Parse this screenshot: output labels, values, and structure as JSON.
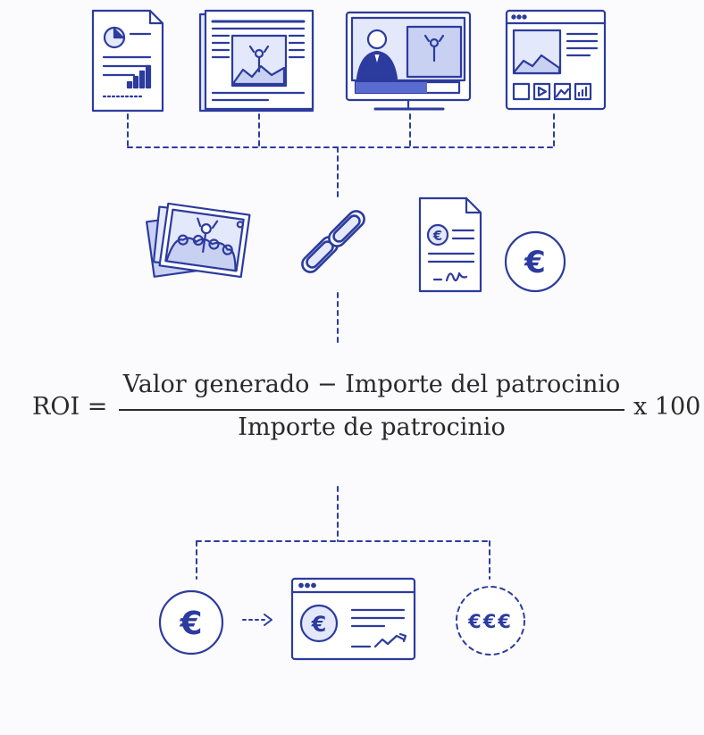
{
  "formula": {
    "lhs": "ROI =",
    "numerator": "Valor generado − Importe del patrocinio",
    "denominator": "Importe de patrocinio",
    "multiplier": "x 100"
  },
  "symbols": {
    "euro": "€",
    "euro_triple": "€€€"
  },
  "colors": {
    "stroke": "#2c3b9e",
    "fill_light": "#e4e8fb",
    "fill_mid": "#c9d1f3",
    "background": "#fbfbfd"
  }
}
